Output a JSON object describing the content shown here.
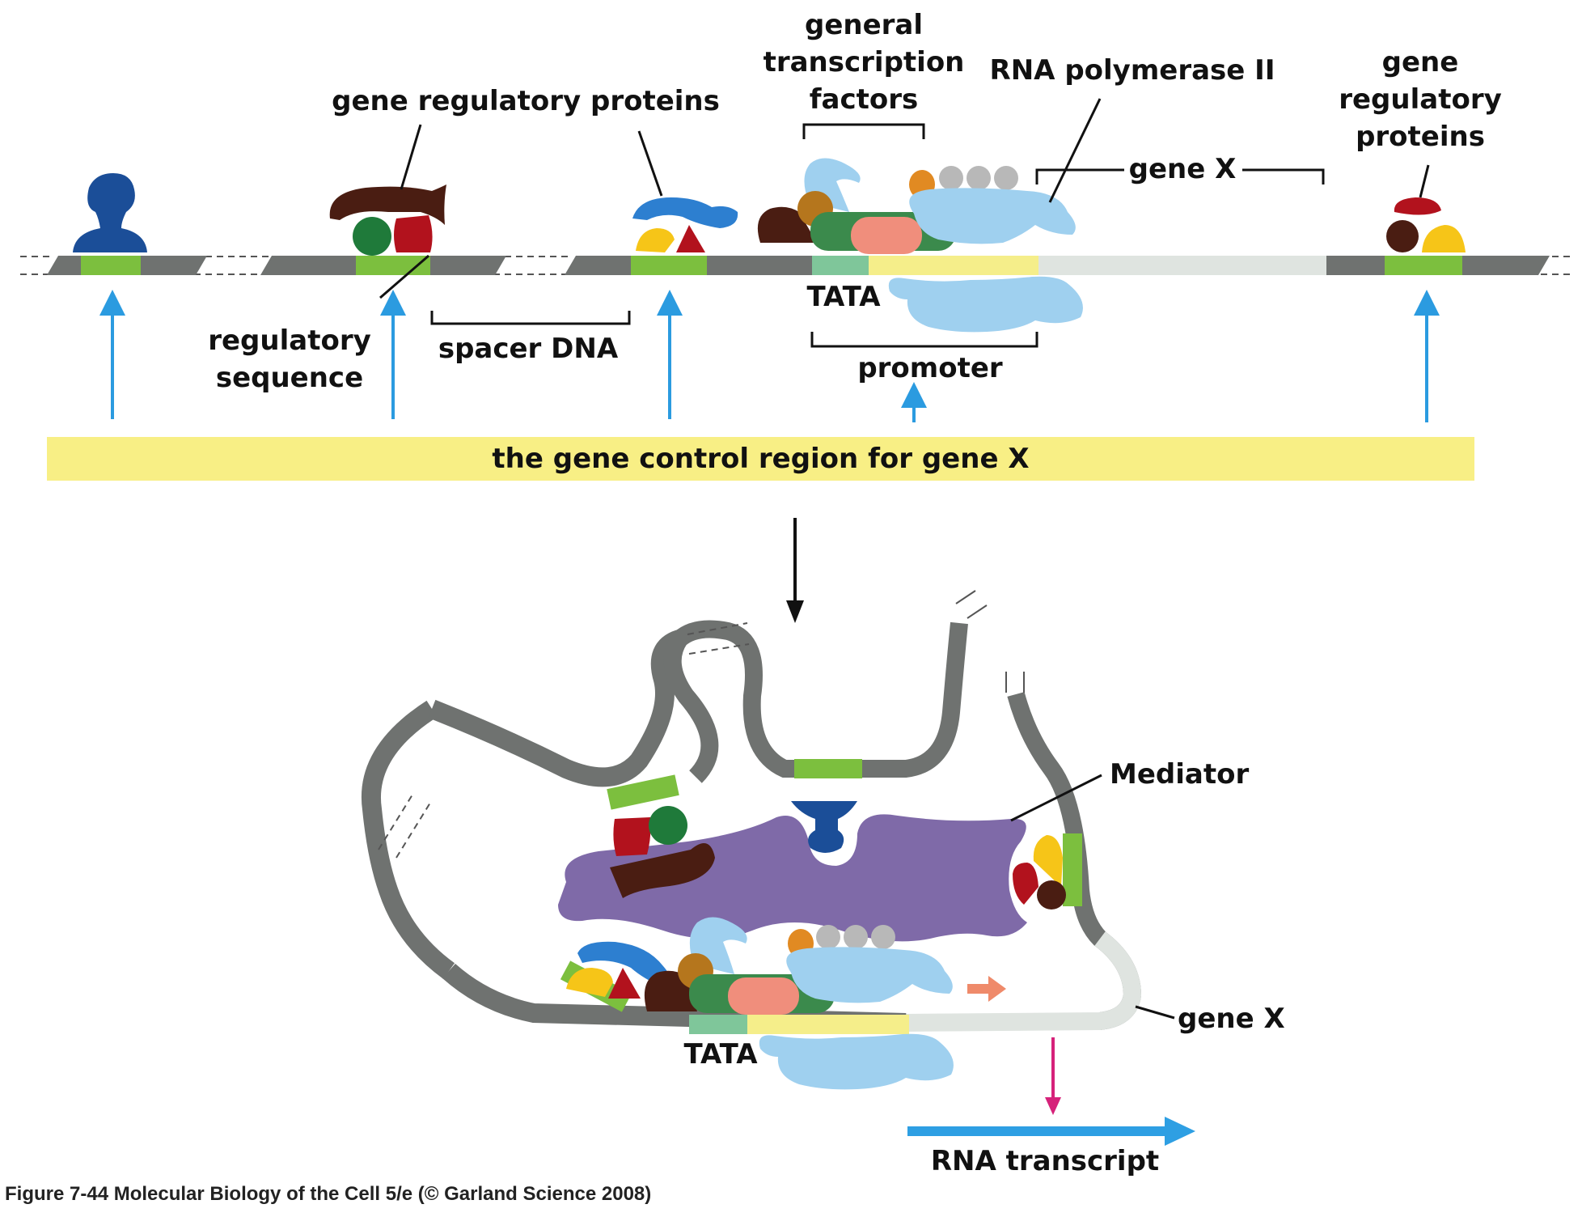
{
  "labels": {
    "general_tf": [
      "general",
      "transcription",
      "factors"
    ],
    "rna_pol": "RNA polymerase II",
    "gene_reg_top": "gene regulatory proteins",
    "gene_reg_right": [
      "gene",
      "regulatory",
      "proteins"
    ],
    "gene_x_top": "gene X",
    "tata_top": "TATA",
    "regulatory_sequence": [
      "regulatory",
      "sequence"
    ],
    "spacer_dna": "spacer DNA",
    "promoter": "promoter",
    "control_region": "the gene control region for gene X",
    "mediator": "Mediator",
    "gene_x_bottom": "gene X",
    "tata_bottom": "TATA",
    "rna_transcript": "RNA transcript"
  },
  "caption": "Figure 7-44  Molecular Biology of the Cell 5/e (© Garland Science 2008)",
  "colors": {
    "dna": "#6f7270",
    "regulatory_site": "#7cbf3e",
    "tata": "#7fc69a",
    "promoter_band": "#f5ee8a",
    "gene_body": "#dfe4e0",
    "control_band": "#f8ef85",
    "arrow_blue": "#2b9be0",
    "mediator": "#7f6aa8",
    "rna_pol": "#9fd0ef",
    "tf_green": "#3b8a4c",
    "tf_salmon": "#f08e7c",
    "dark_blue_protein": "#1b4e98",
    "dark_red": "#b2121d",
    "dark_brown": "#4a1d12",
    "yellow": "#f6c518",
    "orange": "#e18a22",
    "grey_bead": "#b8b8b8",
    "rna_arrow": "#2e9fe3",
    "magenta_arrow": "#d6227a"
  }
}
